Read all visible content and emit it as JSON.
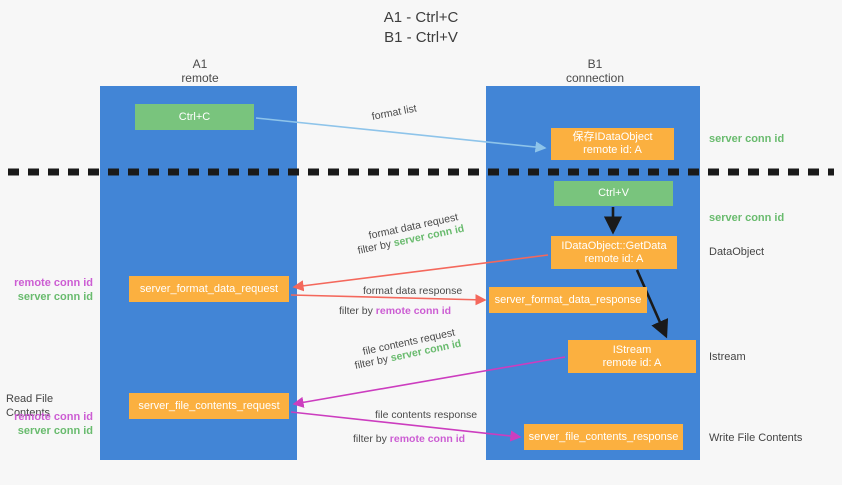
{
  "header": {
    "line1": "A1 - Ctrl+C",
    "line2": "B1 - Ctrl+V"
  },
  "lanes": [
    {
      "name": "A1",
      "sub": "remote"
    },
    {
      "name": "B1",
      "sub": "connection"
    }
  ],
  "boxes": {
    "ctrl_c": "Ctrl+C",
    "idataobject_title": "保存IDataObject",
    "idataobject_sub": "remote id: A",
    "ctrl_v": "Ctrl+V",
    "getdata_title": "IDataObject::GetData",
    "getdata_sub": "remote id: A",
    "server_format_data_request": "server_format_data_request",
    "server_format_data_response": "server_format_data_response",
    "istream_title": "IStream",
    "istream_sub": "remote id: A",
    "server_file_contents_request": "server_file_contents_request",
    "server_file_contents_response": "server_file_contents_response"
  },
  "side_labels": {
    "server_conn_id_top": "server conn id",
    "server_conn_id_mid": "server conn id",
    "dataobject": "DataObject",
    "istream": "Istream",
    "write_file_contents": "Write File Contents",
    "read_file_contents": "Read File Contents",
    "remote_conn_id": "remote conn id",
    "server_conn_id": "server conn id"
  },
  "arrow_labels": {
    "format_list": "format list",
    "format_data_request": "format data request",
    "format_data_filter_prefix": "filter by ",
    "format_data_filter_value": "server conn id",
    "format_data_response": "format data response",
    "format_data_response_filter_prefix": "filter by ",
    "format_data_response_filter_value": "remote conn id",
    "file_contents_request": "file contents request",
    "file_contents_request_filter_prefix": "filter by ",
    "file_contents_request_filter_value": "server conn id",
    "file_contents_response": "file contents response",
    "file_contents_response_filter_prefix": "filter by ",
    "file_contents_response_filter_value": "remote conn id"
  },
  "colors": {
    "lane": "#4285d6",
    "green_box": "#79c47d",
    "orange_box": "#fbb040",
    "green_text": "#69bb6e",
    "purple_text": "#cc5dd3",
    "blue_arrow": "#8ec4ea",
    "red_arrow": "#f4685c",
    "magenta_arrow": "#cc3dbf",
    "black_arrow": "#1a1a1a"
  }
}
